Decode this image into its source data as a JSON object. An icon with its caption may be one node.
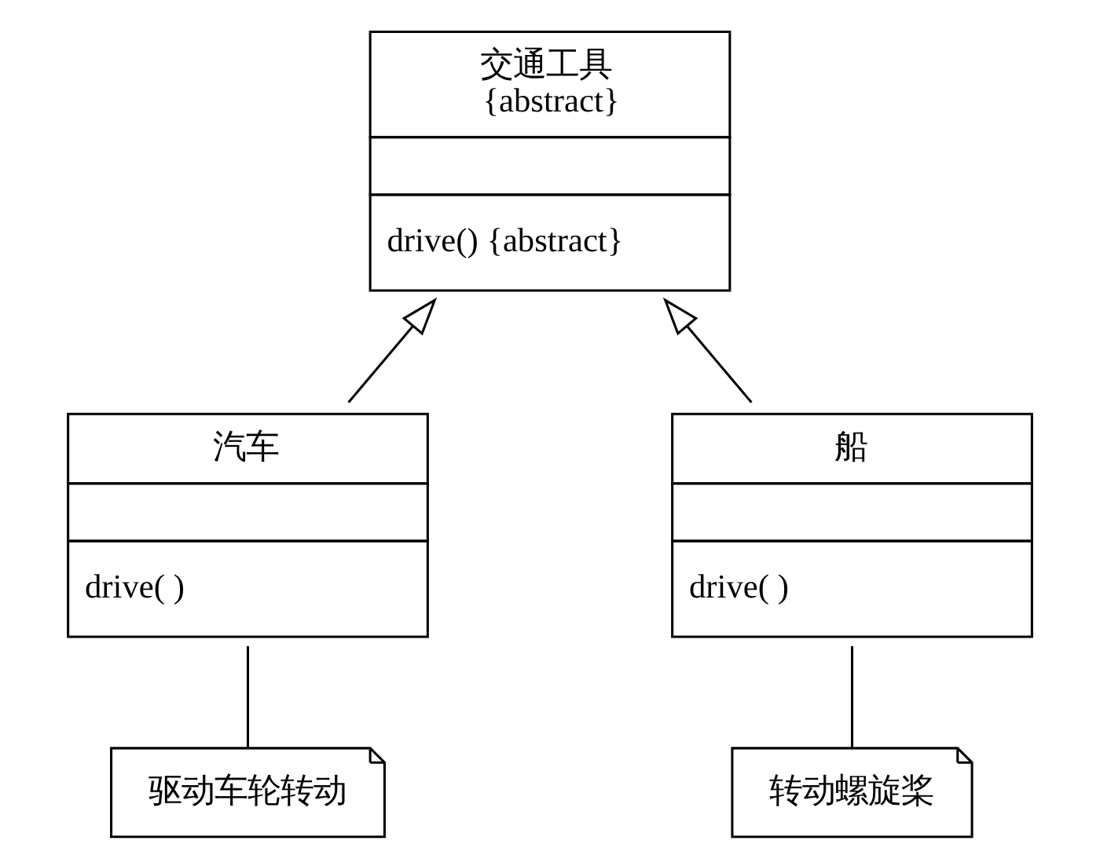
{
  "diagram": {
    "nodes": [
      {
        "text": [
          "交通工具",
          "{abstract}",
          "drive() {abstract}"
        ]
      },
      {
        "text": [
          "汽车",
          "drive( )"
        ]
      },
      {
        "text": [
          "船",
          "drive( )"
        ]
      },
      {
        "text": [
          "驱动车轮转动"
        ]
      },
      {
        "text": [
          "转动螺旋桨"
        ]
      }
    ],
    "edges": [
      {
        "from": 1,
        "to": 0,
        "arrow": "to"
      },
      {
        "from": 2,
        "to": 0,
        "arrow": "to"
      },
      {
        "from": 3,
        "to": 1,
        "arrow": "none"
      },
      {
        "from": 4,
        "to": 2,
        "arrow": "none"
      }
    ]
  }
}
